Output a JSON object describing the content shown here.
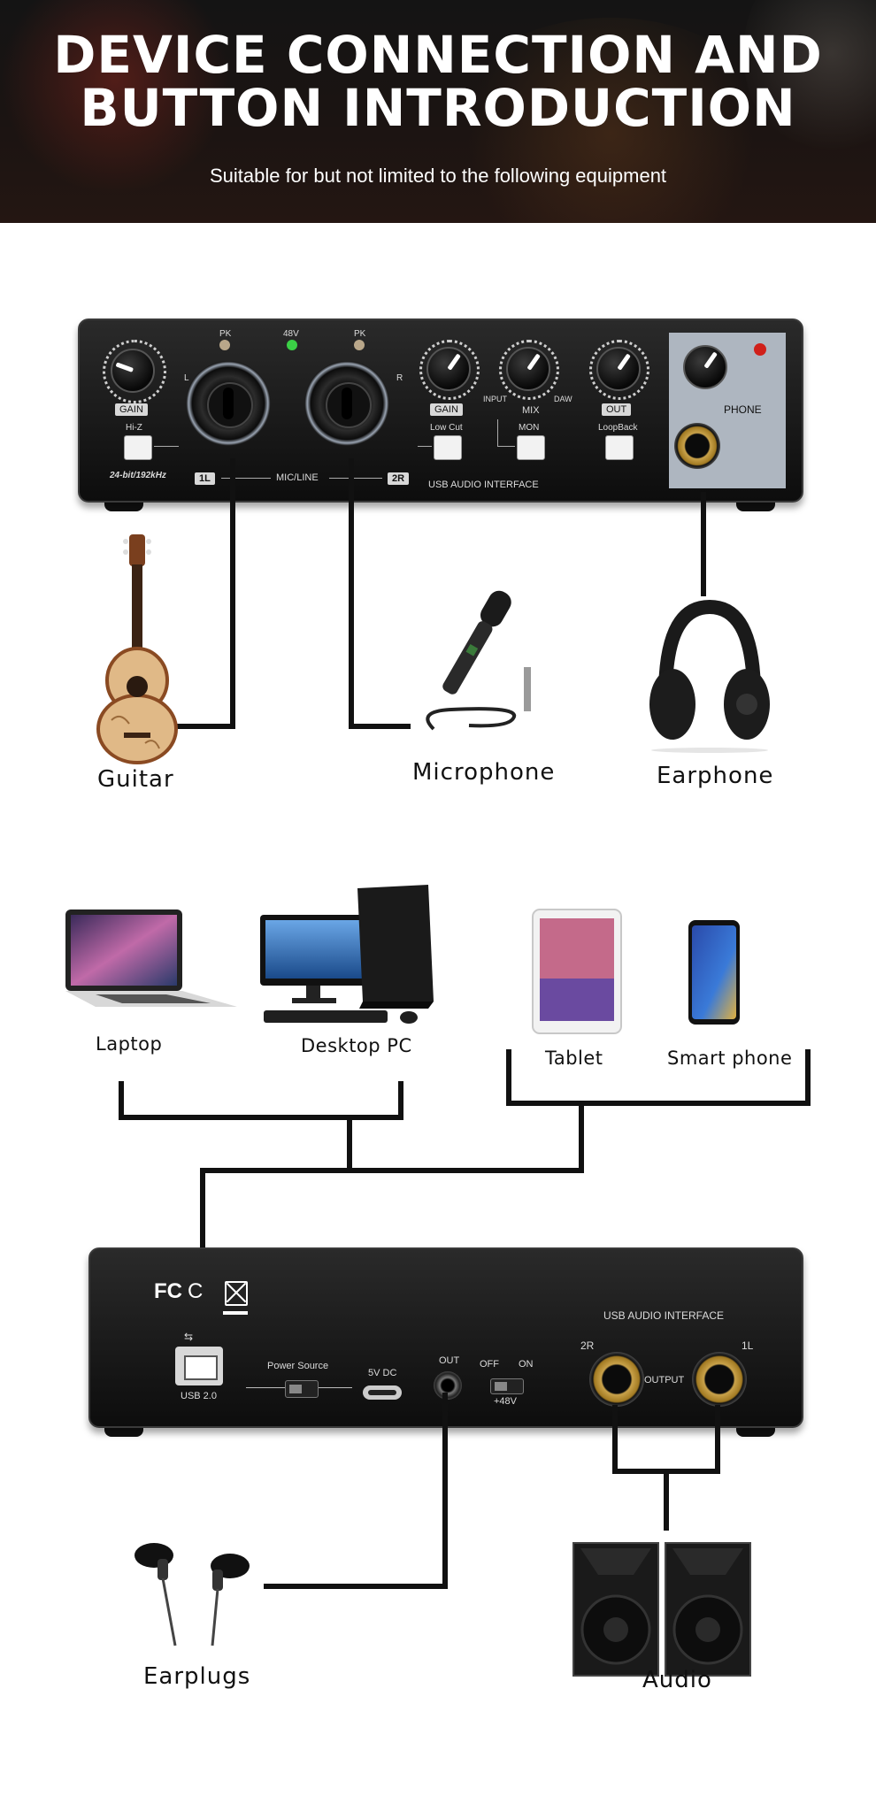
{
  "header": {
    "title_line1": "DEVICE CONNECTION AND",
    "title_line2": "BUTTON INTRODUCTION",
    "subtitle": "Suitable for but not limited to the following equipment"
  },
  "front_panel": {
    "pk_left": "PK",
    "phantom_led": "48V",
    "pk_right": "PK",
    "ch_left": "L",
    "ch_right": "R",
    "gain_left": "GAIN",
    "hiz": "Hi-Z",
    "spec": "24-bit/192kHz",
    "input_1": "1L",
    "mic_line": "MIC/LINE",
    "input_2": "2R",
    "gain_right": "GAIN",
    "low_cut": "Low Cut",
    "input": "INPUT",
    "mix": "MIX",
    "daw": "DAW",
    "mon": "MON",
    "out": "OUT",
    "loopback": "LoopBack",
    "phone": "PHONE",
    "brand_label": "USB AUDIO INTERFACE"
  },
  "input_devices": {
    "guitar": "Guitar",
    "microphone": "Microphone",
    "earphone": "Earphone"
  },
  "computers": {
    "laptop": "Laptop",
    "desktop": "Desktop PC",
    "tablet": "Tablet",
    "smartphone": "Smart phone"
  },
  "back_panel": {
    "fc": "FC",
    "ce": "C",
    "usb": "USB 2.0",
    "power_source": "Power Source",
    "dc": "5V DC",
    "out": "OUT",
    "off": "OFF",
    "on": "ON",
    "phantom": "+48V",
    "brand_label": "USB AUDIO INTERFACE",
    "out_2r": "2R",
    "output": "OUTPUT",
    "out_1l": "1L"
  },
  "output_devices": {
    "earplugs": "Earplugs",
    "audio": "Audio"
  }
}
